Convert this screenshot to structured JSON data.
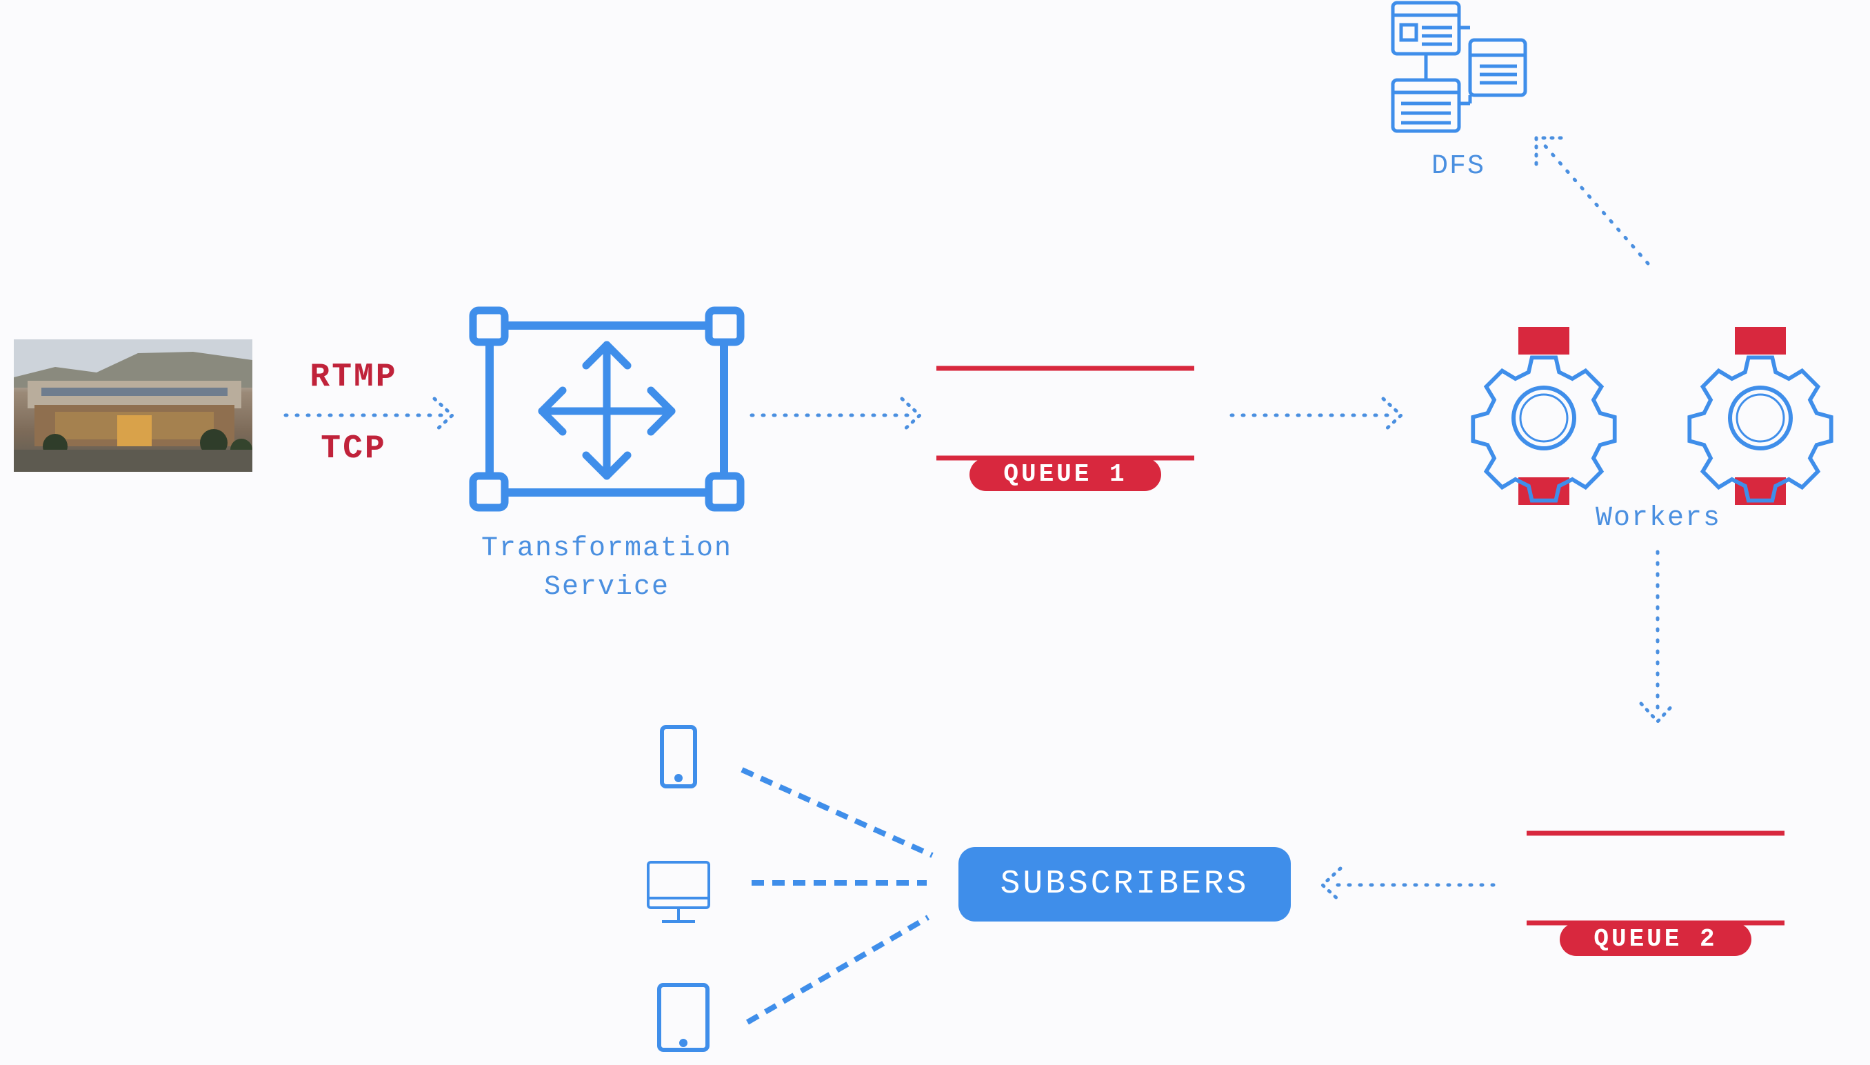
{
  "source": {
    "protocols": [
      "RTMP",
      "TCP"
    ]
  },
  "transformation_service": {
    "label": "Transformation\nService"
  },
  "queue1": {
    "label": "QUEUE 1"
  },
  "workers": {
    "label": "Workers"
  },
  "dfs": {
    "label": "DFS"
  },
  "queue2": {
    "label": "QUEUE 2"
  },
  "subscribers": {
    "label": "SUBSCRIBERS"
  },
  "colors": {
    "blue": "#4a8fe0",
    "red": "#d8283e",
    "protocol_text": "#c0223a"
  },
  "icons": {
    "transformation": "move-arrows-icon",
    "workers": "gear-icon",
    "dfs": "server-stack-icon",
    "devices": [
      "smartphone-icon",
      "monitor-icon",
      "tablet-icon"
    ]
  }
}
